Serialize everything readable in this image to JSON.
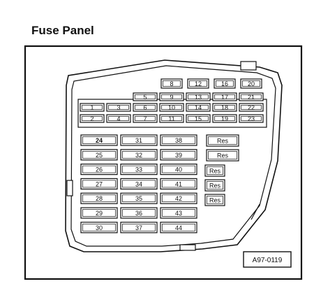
{
  "title": "Fuse Panel",
  "figure_code": "A97-0119",
  "upper_rows": [
    [
      "",
      "",
      "",
      "",
      "8",
      "12",
      "16",
      "20"
    ],
    [
      "",
      "",
      "5",
      "9",
      "13",
      "17",
      "21"
    ],
    [
      "1",
      "3",
      "6",
      "10",
      "14",
      "18",
      "22"
    ],
    [
      "2",
      "4",
      "7",
      "11",
      "15",
      "19",
      "23"
    ]
  ],
  "lower_columns": [
    [
      "24",
      "25",
      "26",
      "27",
      "28",
      "29",
      "30"
    ],
    [
      "31",
      "32",
      "33",
      "34",
      "35",
      "36",
      "37"
    ],
    [
      "38",
      "39",
      "40",
      "41",
      "42",
      "43",
      "44"
    ]
  ],
  "reserve_label": "Res",
  "reserve_count": 5
}
